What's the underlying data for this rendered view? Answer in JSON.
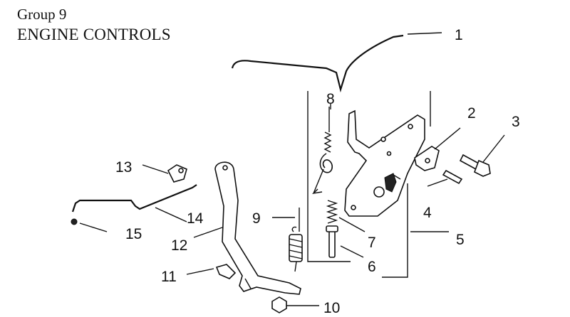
{
  "header": {
    "group": "Group 9",
    "title": "ENGINE CONTROLS"
  },
  "callouts": [
    "1",
    "2",
    "3",
    "4",
    "5",
    "6",
    "7",
    "8",
    "9",
    "10",
    "11",
    "12",
    "13",
    "14",
    "15"
  ],
  "colors": {
    "ink": "#111111",
    "paper": "#ffffff"
  }
}
